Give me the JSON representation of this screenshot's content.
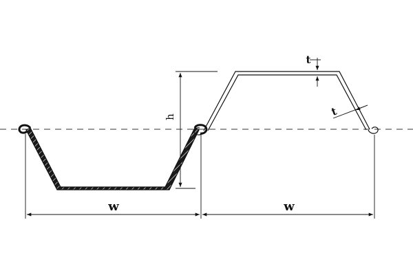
{
  "diagram": {
    "labels": {
      "width_left": "w",
      "width_right": "w",
      "height": "h",
      "thickness_flange": "t",
      "thickness_web": "t"
    },
    "colors": {
      "stroke": "#111111",
      "centerline": "#333333",
      "background": "#ffffff",
      "hatch_fill": "#1a1a1a"
    }
  }
}
